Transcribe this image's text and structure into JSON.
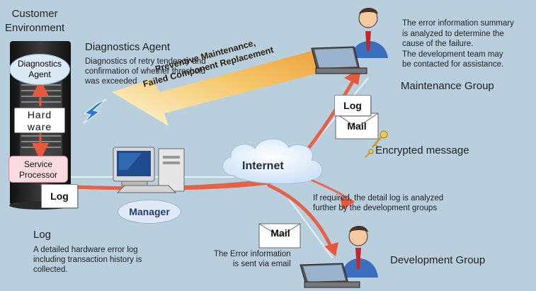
{
  "customer": {
    "line1": "Customer",
    "line2": "Environment"
  },
  "diag_agent": {
    "title": "Diagnostics Agent",
    "desc": [
      "Diagnostics of retry tendency and",
      "confirmation of whether threshold",
      "was exceeded"
    ],
    "bubble": [
      "Diagnostics",
      "Agent"
    ]
  },
  "hardware": [
    "Hard",
    "ware"
  ],
  "service_processor": [
    "Service",
    "Processor"
  ],
  "log_label": "Log",
  "mail_label": "Mail",
  "manager_label": "Manager",
  "internet_label": "Internet",
  "preventive_banner": [
    "Preventive Maintenance,",
    "Failed Component Replacement"
  ],
  "maintenance": {
    "desc": [
      "The error information summary",
      "is analyzed to determine the",
      "cause of the failure.",
      "The development team may",
      "be contacted for assistance."
    ],
    "title": "Maintenance Group"
  },
  "encrypted": "Encrypted message",
  "detail_note": [
    "If required, the detail log is analyzed",
    "further by the development groups"
  ],
  "log_section": {
    "title": "Log",
    "desc": [
      "A detailed hardware error log",
      "including transaction history is",
      "collected."
    ]
  },
  "email_note": [
    "The Error information",
    "is sent via email"
  ],
  "development": {
    "title": "Development Group"
  },
  "colors": {
    "background": "#b9cfdd",
    "arrow": "#e8593c",
    "banner_start": "#fff6cc",
    "banner_end": "#f2a03a",
    "bubble": "#dbe9f7",
    "processor": "#fadbdf"
  }
}
